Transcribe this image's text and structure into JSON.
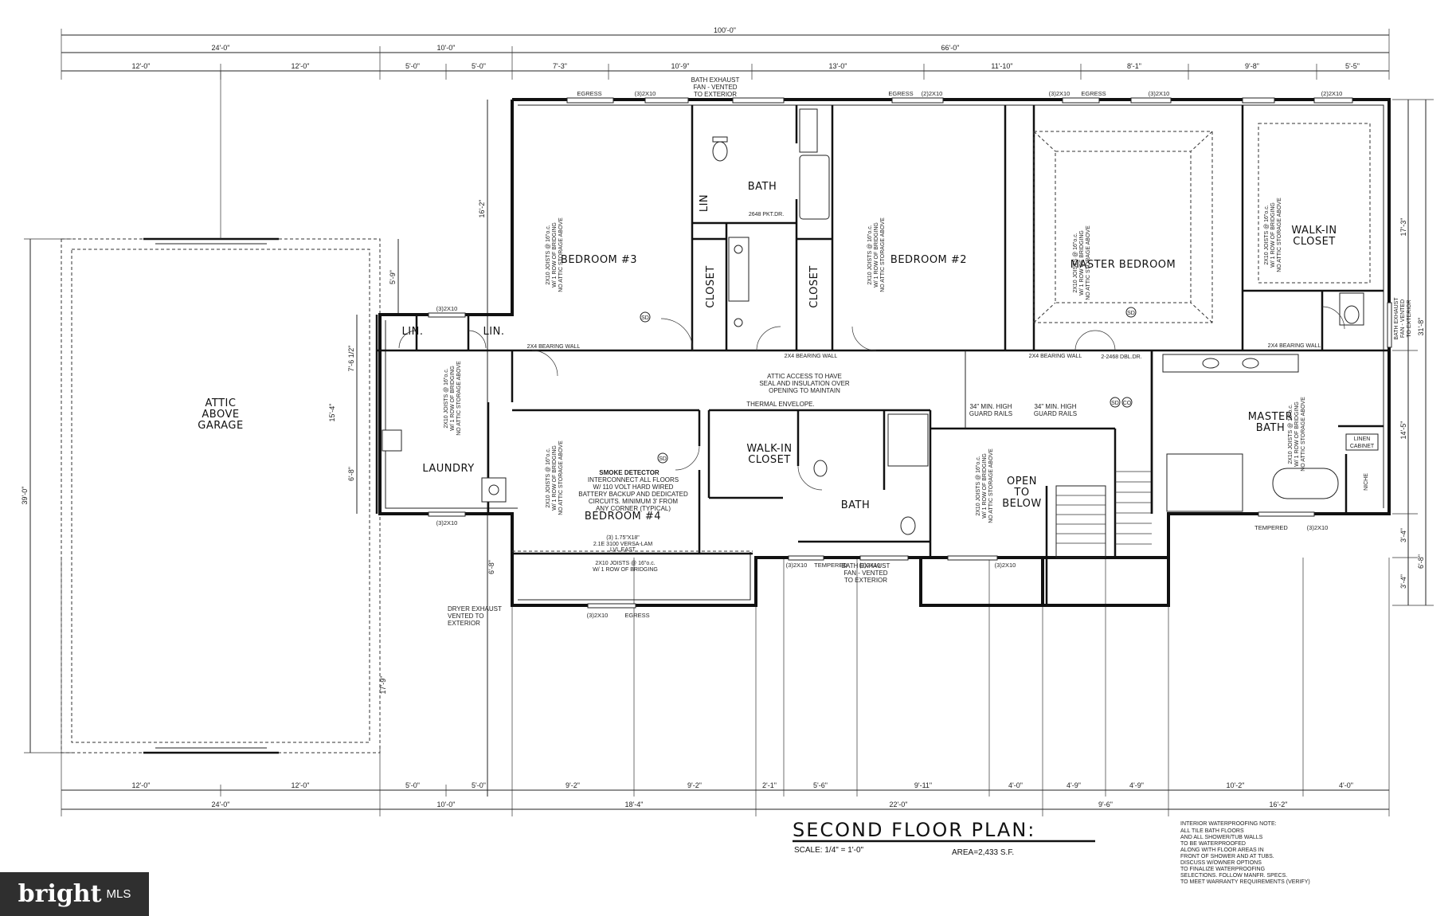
{
  "title": {
    "main": "SECOND FLOOR PLAN:",
    "scale": "SCALE: 1/4\" = 1'-0\"",
    "area": "AREA=2,433 S.F."
  },
  "waterproofing_note": [
    "INTERIOR WATERPROOFING NOTE:",
    "ALL TILE BATH FLOORS",
    "AND ALL SHOWER/TUB WALLS",
    "TO BE WATERPROOFED",
    "ALONG WITH FLOOR AREAS IN",
    "FRONT OF SHOWER AND AT TUBS.",
    "DISCUSS W/OWNER OPTIONS",
    "TO FINALIZE WATERPROOFING",
    "SELECTIONS. FOLLOW MANFR. SPECS.",
    "TO MEET WARRANTY REQUIREMENTS (VERIFY)"
  ],
  "rooms": {
    "attic": [
      "ATTIC",
      "ABOVE",
      "GARAGE"
    ],
    "laundry": "LAUNDRY",
    "lin1": "LIN.",
    "lin2": "LIN.",
    "bedroom3": "BEDROOM #3",
    "bath1": "BATH",
    "lin3": "LIN",
    "closet1": "CLOSET",
    "closet2": "CLOSET",
    "bedroom2": "BEDROOM #2",
    "master_bedroom": "MASTER BEDROOM",
    "walkin1": [
      "WALK-IN",
      "CLOSET"
    ],
    "bedroom4": "BEDROOM #4",
    "walkin2": [
      "WALK-IN",
      "CLOSET"
    ],
    "bath2": "BATH",
    "open_below": [
      "OPEN",
      "TO",
      "BELOW"
    ],
    "master_bath": [
      "MASTER",
      "BATH"
    ],
    "linen_cabinet": [
      "LINEN",
      "CABINET"
    ],
    "niche": "NICHE"
  },
  "dims_top": {
    "overall": "100'-0\"",
    "row2": [
      "24'-0\"",
      "10'-0\"",
      "66'-0\""
    ],
    "row3": [
      "12'-0\"",
      "12'-0\"",
      "5'-0\"",
      "5'-0\"",
      "7'-3\"",
      "10'-9\"",
      "13'-0\"",
      "11'-10\"",
      "8'-1\"",
      "9'-8\"",
      "5'-5\""
    ]
  },
  "dims_bottom": {
    "row1": [
      "12'-0\"",
      "12'-0\"",
      "5'-0\"",
      "5'-0\"",
      "9'-2\"",
      "9'-2\"",
      "2'-1\"",
      "5'-6\"",
      "9'-11\"",
      "4'-0\"",
      "4'-9\"",
      "4'-9\"",
      "10'-2\"",
      "4'-0\""
    ],
    "row2": [
      "24'-0\"",
      "10'-0\"",
      "18'-4\"",
      "22'-0\"",
      "9'-6\"",
      "16'-2\""
    ]
  },
  "dims_left": [
    "39'-0\"",
    "16'-2\"",
    "5'-9\"",
    "7'-6 1/2\"",
    "15'-4\"",
    "6'-8\"",
    "6'-8\"",
    "17'-9\""
  ],
  "dims_right": [
    "17'-3\"",
    "31'-8\"",
    "14'-5\"",
    "3'-4\"",
    "6'-8\"",
    "3'-4\""
  ],
  "windows": {
    "egress": "EGRESS",
    "unit": "(3)2X10",
    "unit2": "(2)2X10",
    "tempered": "TEMPERED"
  },
  "notes": {
    "bath_exhaust_top": [
      "BATH EXHAUST",
      "FAN - VENTED",
      "TO EXTERIOR"
    ],
    "bath_exhaust_bottom": [
      "BATH EXHAUST",
      "FAN - VENTED",
      "TO EXTERIOR"
    ],
    "bath_exhaust_right": [
      "BATH EXHAUST",
      "FAN - VENTED",
      "TO EXTERIOR"
    ],
    "attic_access": [
      "ATTIC ACCESS TO HAVE",
      "SEAL AND INSULATION OVER",
      "OPENING TO MAINTAIN",
      "THERMAL ENVELOPE."
    ],
    "smoke_detector": [
      "SMOKE DETECTOR",
      "INTERCONNECT ALL FLOORS",
      "W/ 110 VOLT HARD WIRED",
      "BATTERY BACKUP AND DEDICATED",
      "CIRCUITS. MINIMUM 3' FROM",
      "ANY CORNER (TYPICAL)"
    ],
    "dryer_exhaust": [
      "DRYER EXHAUST",
      "VENTED TO",
      "EXTERIOR"
    ],
    "guard_rails": [
      "34\" MIN. HIGH",
      "GUARD RAILS"
    ],
    "bearing_wall": "2X4 BEARING WALL",
    "joists": [
      "2X10 JOISTS @ 16\"o.c.",
      "W/ 1 ROW OF BRIDGING",
      "NO ATTIC STORAGE ABOVE"
    ],
    "lvl": [
      "(3) 1.75\"X18\"",
      "2.1E 3100 VERSA-LAM",
      "LVL EAST"
    ],
    "pkt_dr": "2648 PKT.DR.",
    "dbl_dr": "2-2468 DBL.DR.",
    "sd": "SD",
    "co": "CO"
  }
}
